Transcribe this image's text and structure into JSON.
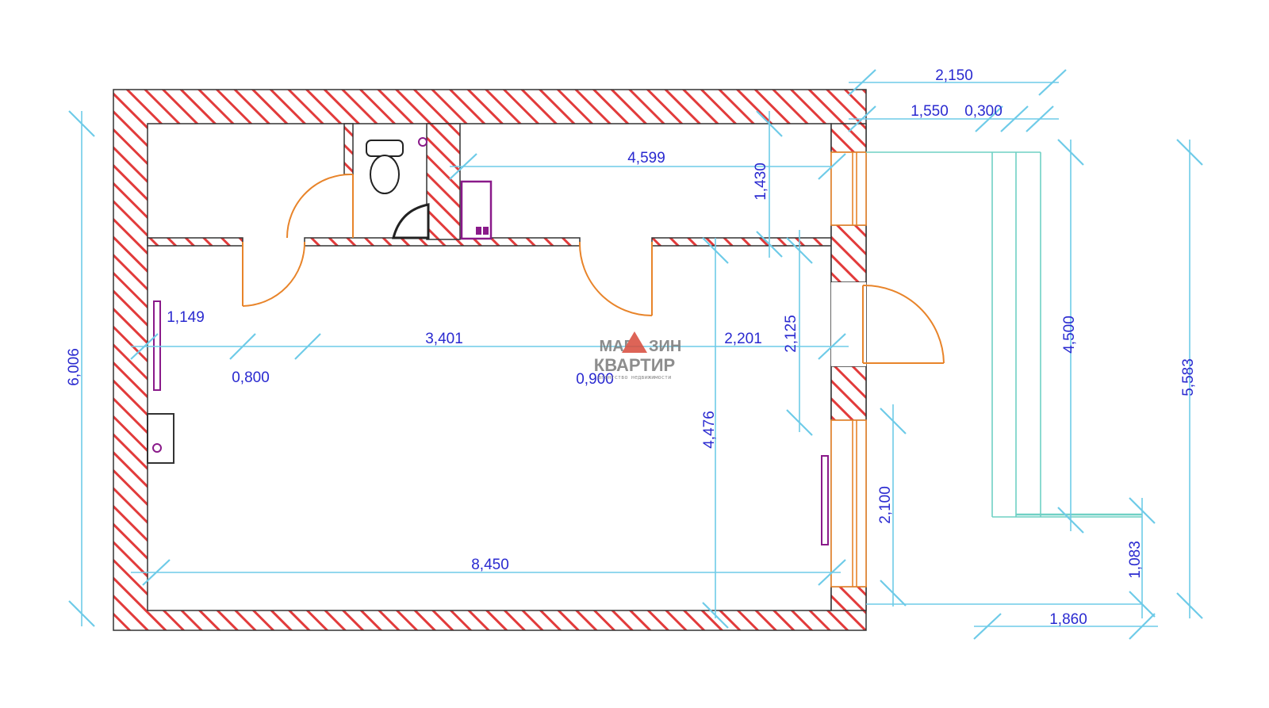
{
  "colors": {
    "wall_hatch": "#e23b3b",
    "wall_outline": "#333333",
    "dimension_line": "#6ecbe8",
    "dimension_text": "#2a2ad0",
    "door": "#e8842a",
    "fixture": "#8a1a8a",
    "balcony_line": "#6fd0c4",
    "logo_text": "#7a7a7a",
    "logo_triangle": "#d84a3a"
  },
  "dimensions": {
    "top_overall": "2,150",
    "top_a": "1,550",
    "top_b": "0,300",
    "corridor_length": "4,599",
    "corridor_depth": "1,430",
    "radiator_width": "1,149",
    "main_left": "3,401",
    "main_right": "2,201",
    "door_left": "0,800",
    "door_middle": "0,900",
    "height_mid": "2,125",
    "room_height": "4,476",
    "left_overall": "6,006",
    "bottom_overall": "8,450",
    "balcony_height": "4,500",
    "right_overall": "5,583",
    "window_height": "2,100",
    "balcony_bottom": "1,083",
    "balcony_width": "1,860"
  },
  "logo": {
    "line1_left": "МАГ",
    "line1_right": "ЗИН",
    "line2": "КВАРТИР",
    "subtitle": "агентство недвижимости"
  }
}
